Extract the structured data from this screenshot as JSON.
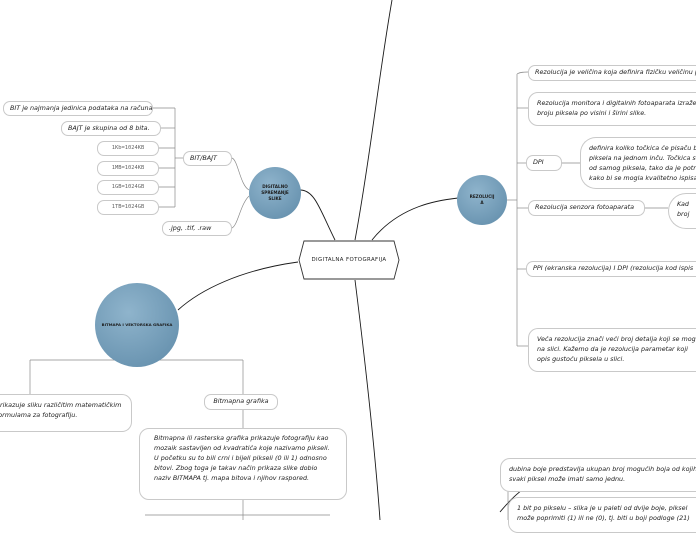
{
  "center": {
    "label": "DIGITALNA FOTOGRAFIJA"
  },
  "bubbles": {
    "digitalno": "DIGITALNO SPREMANJE SLIKE",
    "rezolucija": "REZOLUCIJ A",
    "bitmapa": "BITMAPA I VEKTORSKA GRAFIKA"
  },
  "left_top": {
    "bit_def": "BIT je najmanja jedinica podataka na računalu",
    "bajt_def": "BAJT je skupina od 8 bita.",
    "kb": "1Kb=1024KB",
    "mb": "1MB=1024KB",
    "gb": "1GB=1024GB",
    "tb": "1TB=1024GB",
    "bitbajt": "BIT/BAJT",
    "formats": ".jpg, .tif, .raw"
  },
  "right": {
    "rez_def": "Rezolucija je veličina koja definira fizičku veličinu pi",
    "rez_monitora": "Rezolucija monitora  i digitalnih fotoaparata izraže broju piksela po visini i širini slike.",
    "dpi": "DPI",
    "dpi_def": "definira koliko točkica će pisaču bi piksela na jednom inču. Točkica su od samog piksela, tako da je potre kako bi se mogla kvalitetno ispisat",
    "senzor": "Rezolucija senzora fotoaparata",
    "senzor_child": "Kad broj",
    "ppi": "PPI (ekranska rezolucija)  I DPI (rezolucija kod ispis",
    "veca": "Veća rezolucija znači veći broj detalja koji se mogu na slici. Kažemo da je rezolucija parametar koji opis gustoću piksela u slici.",
    "dubina": "dubina boje predstavlja ukupan broj mogućih boja od kojih svaki piksel može imati samo jednu.",
    "bit_pikselu": "1 bit   po pikselu – slika je u paleti od dvije boje, piksel može poprimiti (1) ili ne (0), tj. biti u boji podloge  (21)"
  },
  "left_bottom": {
    "vektor": "prikazuje sliku različitim matematičkim formulama za fotografiju.",
    "bitmapna": "Bitmapna grafika",
    "bitmapna_def": "Bitmapna   ili rasterska grafika prikazuje fotografiju kao mozaik sastavljen od kvadratića koje nazivamo pikseli. U početku su to bili crni i bijeli pikseli (0 ili 1) odnosno bitovi. Zbog toga je takav način prikaza slike dobio naziv BITMAPA tj. mapa bitova i njihov raspored."
  }
}
